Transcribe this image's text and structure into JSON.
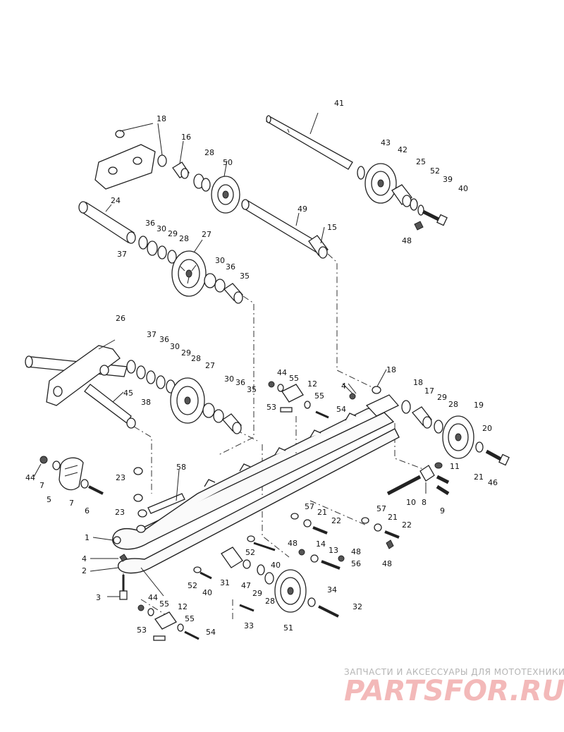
{
  "callouts": [
    {
      "id": "c41",
      "text": "41"
    },
    {
      "id": "c43",
      "text": "43"
    },
    {
      "id": "c42",
      "text": "42"
    },
    {
      "id": "c25",
      "text": "25"
    },
    {
      "id": "c52a",
      "text": "52"
    },
    {
      "id": "c39",
      "text": "39"
    },
    {
      "id": "c40a",
      "text": "40"
    },
    {
      "id": "c48a",
      "text": "48"
    },
    {
      "id": "c18a",
      "text": "18"
    },
    {
      "id": "c16",
      "text": "16"
    },
    {
      "id": "c28a",
      "text": "28"
    },
    {
      "id": "c50",
      "text": "50"
    },
    {
      "id": "c24",
      "text": "24"
    },
    {
      "id": "c49",
      "text": "49"
    },
    {
      "id": "c15",
      "text": "15"
    },
    {
      "id": "c36a",
      "text": "36"
    },
    {
      "id": "c30a",
      "text": "30"
    },
    {
      "id": "c29a",
      "text": "29"
    },
    {
      "id": "c28b",
      "text": "28"
    },
    {
      "id": "c27a",
      "text": "27"
    },
    {
      "id": "c37a",
      "text": "37"
    },
    {
      "id": "c30b",
      "text": "30"
    },
    {
      "id": "c36b",
      "text": "36"
    },
    {
      "id": "c35a",
      "text": "35"
    },
    {
      "id": "c26",
      "text": "26"
    },
    {
      "id": "c37b",
      "text": "37"
    },
    {
      "id": "c36c",
      "text": "36"
    },
    {
      "id": "c30c",
      "text": "30"
    },
    {
      "id": "c29b",
      "text": "29"
    },
    {
      "id": "c28c",
      "text": "28"
    },
    {
      "id": "c27b",
      "text": "27"
    },
    {
      "id": "c30d",
      "text": "30"
    },
    {
      "id": "c36d",
      "text": "36"
    },
    {
      "id": "c35b",
      "text": "35"
    },
    {
      "id": "c45",
      "text": "45"
    },
    {
      "id": "c38",
      "text": "38"
    },
    {
      "id": "c44a",
      "text": "44"
    },
    {
      "id": "c55a",
      "text": "55"
    },
    {
      "id": "c12a",
      "text": "12"
    },
    {
      "id": "c55b",
      "text": "55"
    },
    {
      "id": "c53a",
      "text": "53"
    },
    {
      "id": "c54a",
      "text": "54"
    },
    {
      "id": "c4a",
      "text": "4"
    },
    {
      "id": "c18b",
      "text": "18"
    },
    {
      "id": "c18c",
      "text": "18"
    },
    {
      "id": "c17",
      "text": "17"
    },
    {
      "id": "c29c",
      "text": "29"
    },
    {
      "id": "c28d",
      "text": "28"
    },
    {
      "id": "c19",
      "text": "19"
    },
    {
      "id": "c20",
      "text": "20"
    },
    {
      "id": "c11",
      "text": "11"
    },
    {
      "id": "c21a",
      "text": "21"
    },
    {
      "id": "c46",
      "text": "46"
    },
    {
      "id": "c10",
      "text": "10"
    },
    {
      "id": "c8",
      "text": "8"
    },
    {
      "id": "c9",
      "text": "9"
    },
    {
      "id": "c44b",
      "text": "44"
    },
    {
      "id": "c7a",
      "text": "7"
    },
    {
      "id": "c5",
      "text": "5"
    },
    {
      "id": "c7b",
      "text": "7"
    },
    {
      "id": "c6",
      "text": "6"
    },
    {
      "id": "c23a",
      "text": "23"
    },
    {
      "id": "c58",
      "text": "58"
    },
    {
      "id": "c23b",
      "text": "23"
    },
    {
      "id": "c1",
      "text": "1"
    },
    {
      "id": "c4b",
      "text": "4"
    },
    {
      "id": "c2",
      "text": "2"
    },
    {
      "id": "c3",
      "text": "3"
    },
    {
      "id": "c57a",
      "text": "57"
    },
    {
      "id": "c21b",
      "text": "21"
    },
    {
      "id": "c22a",
      "text": "22"
    },
    {
      "id": "c57b",
      "text": "57"
    },
    {
      "id": "c21c",
      "text": "21"
    },
    {
      "id": "c22b",
      "text": "22"
    },
    {
      "id": "c48b",
      "text": "48"
    },
    {
      "id": "c14",
      "text": "14"
    },
    {
      "id": "c13",
      "text": "13"
    },
    {
      "id": "c48c",
      "text": "48"
    },
    {
      "id": "c56",
      "text": "56"
    },
    {
      "id": "c48d",
      "text": "48"
    },
    {
      "id": "c52b",
      "text": "52"
    },
    {
      "id": "c40b",
      "text": "40"
    },
    {
      "id": "c52c",
      "text": "52"
    },
    {
      "id": "c40c",
      "text": "40"
    },
    {
      "id": "c31",
      "text": "31"
    },
    {
      "id": "c47",
      "text": "47"
    },
    {
      "id": "c29d",
      "text": "29"
    },
    {
      "id": "c28e",
      "text": "28"
    },
    {
      "id": "c34",
      "text": "34"
    },
    {
      "id": "c32",
      "text": "32"
    },
    {
      "id": "c51",
      "text": "51"
    },
    {
      "id": "c33",
      "text": "33"
    },
    {
      "id": "c44c",
      "text": "44"
    },
    {
      "id": "c55c",
      "text": "55"
    },
    {
      "id": "c12b",
      "text": "12"
    },
    {
      "id": "c55d",
      "text": "55"
    },
    {
      "id": "c53b",
      "text": "53"
    },
    {
      "id": "c54b",
      "text": "54"
    }
  ],
  "watermark": {
    "caption": "ЗАПЧАСТИ И АКСЕССУАРЫ ДЛЯ МОТОТЕХНИКИ",
    "logo": "PARTSFOR.RU"
  }
}
